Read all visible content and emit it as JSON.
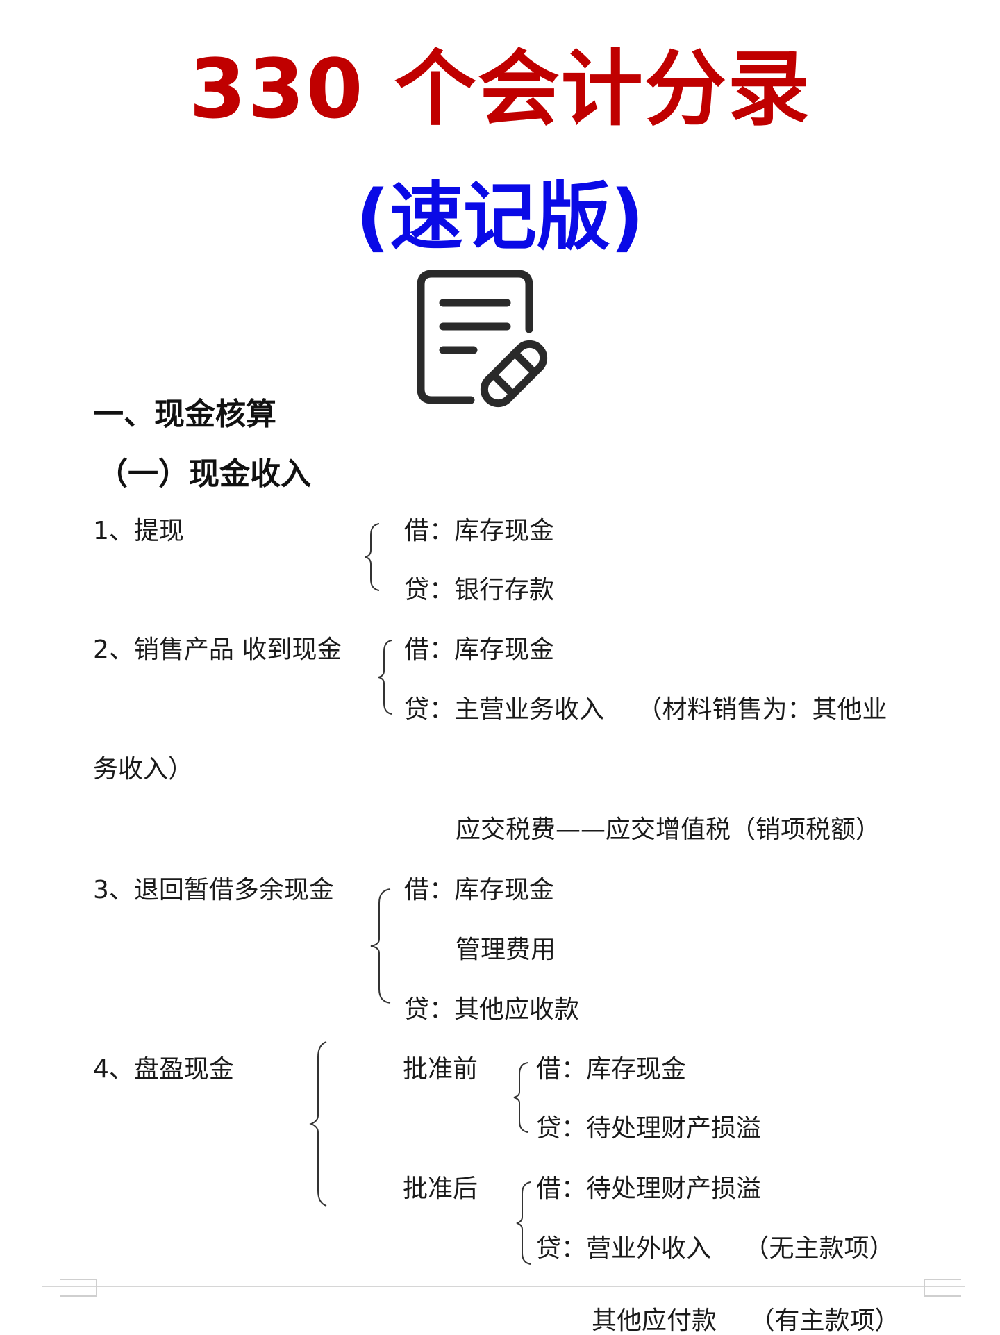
{
  "document": {
    "title": "330 个会计分录",
    "subtitle": "(速记版)",
    "title_color": "#c00000",
    "subtitle_color": "#0a0ae6",
    "icon": "document-edit-icon"
  },
  "section": {
    "heading": "一、现金核算",
    "subheading": "（一）现金收入"
  },
  "entries": [
    {
      "label": "1、提现",
      "lines": [
        "借：库存现金",
        "贷：银行存款"
      ]
    },
    {
      "label": "2、销售产品 收到现金",
      "lines": [
        "借：库存现金",
        "贷：主营业务收入　 （材料销售为：其他业",
        "务收入）",
        "应交税费——应交增值税（销项税额）"
      ]
    },
    {
      "label": "3、退回暂借多余现金",
      "lines": [
        "借：库存现金",
        "管理费用",
        "贷：其他应收款"
      ]
    },
    {
      "label": "4、盘盈现金",
      "before": {
        "label": "批准前",
        "lines": [
          "借：库存现金",
          "贷：待处理财产损溢"
        ]
      },
      "after": {
        "label": "批准后",
        "lines": [
          "借：待处理财产损溢",
          "贷：营业外收入　 （无主款项）",
          "其他应付款　 （有主款项）"
        ]
      }
    }
  ]
}
